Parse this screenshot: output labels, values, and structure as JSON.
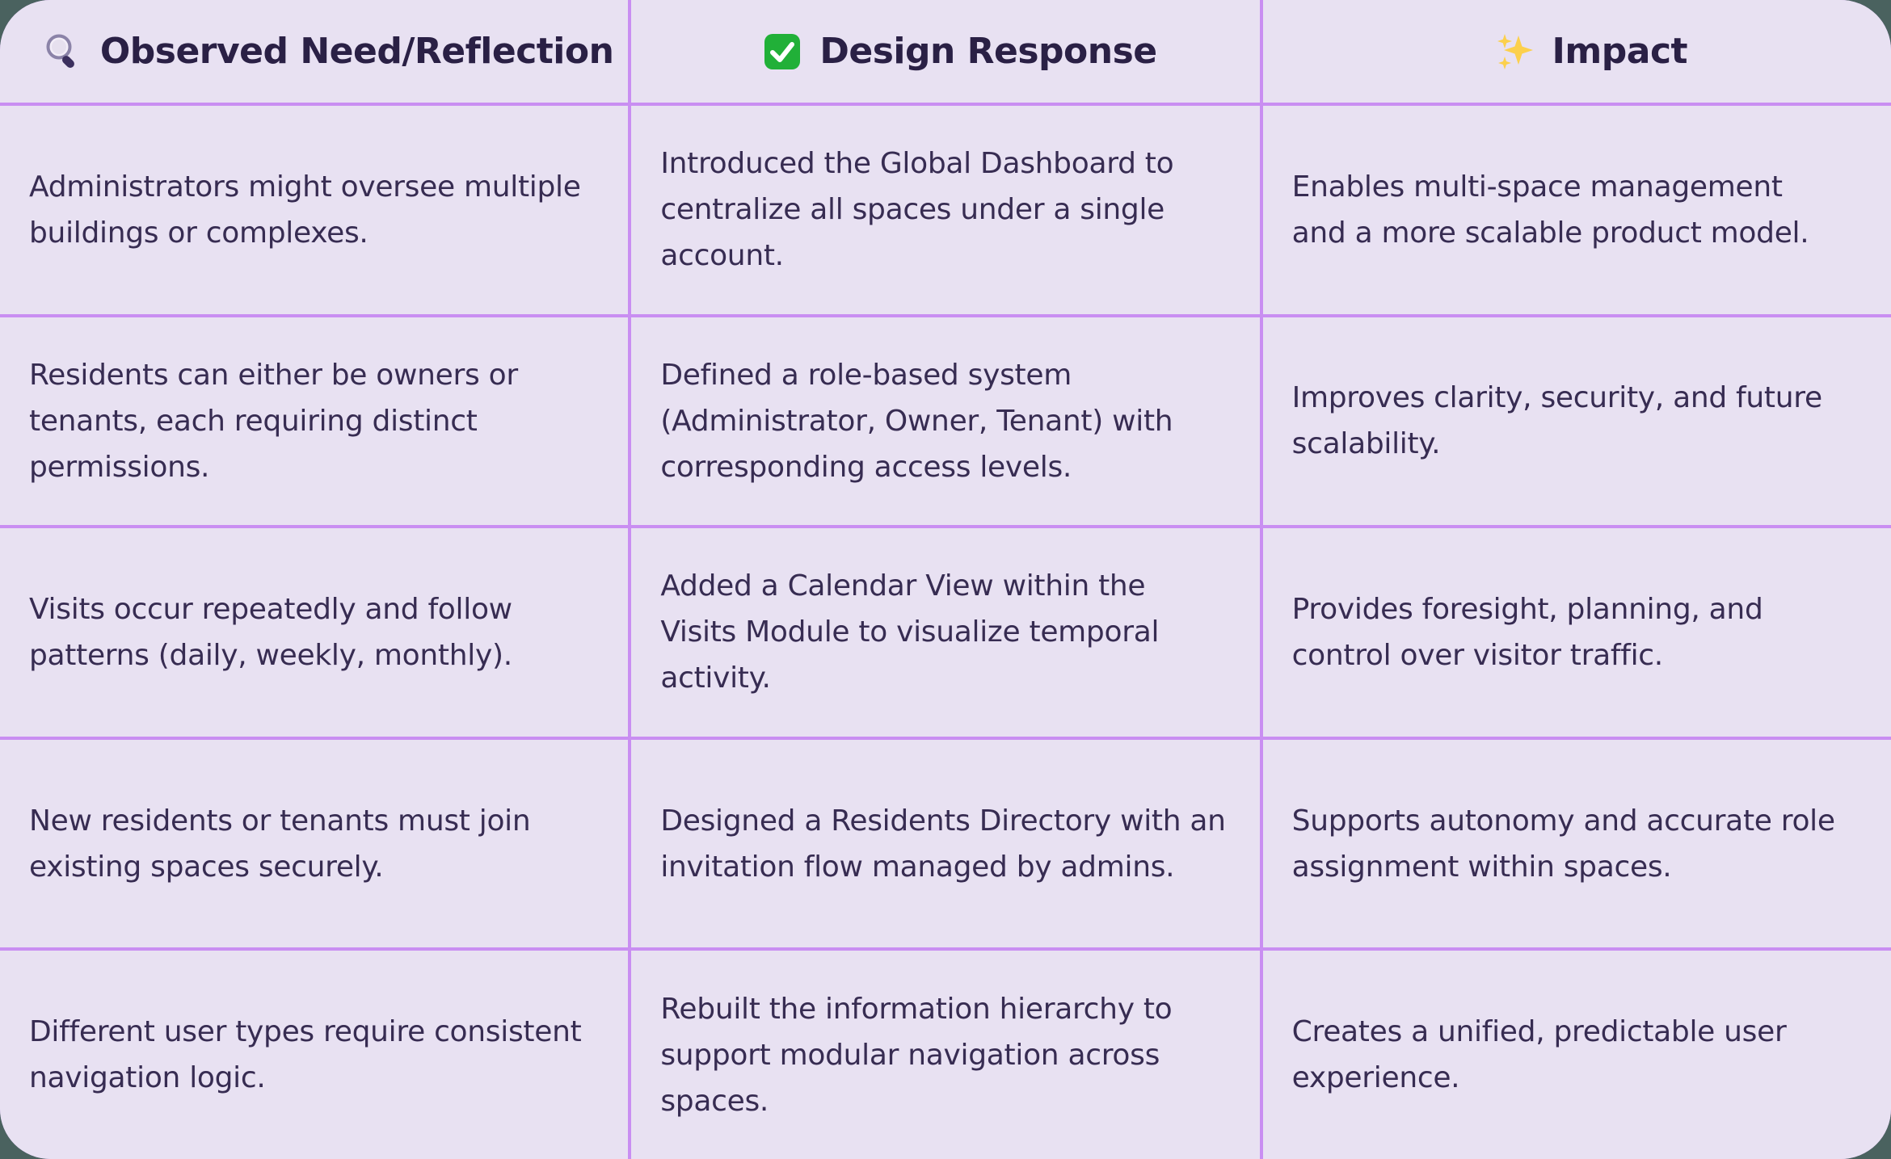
{
  "table": {
    "columns": [
      {
        "icon": "magnifying-glass",
        "label": "Observed Need/Reflection"
      },
      {
        "icon": "check-mark-button",
        "label": "Design Response"
      },
      {
        "icon": "sparkles",
        "label": "Impact"
      }
    ],
    "rows": [
      {
        "need": "Administrators might oversee multiple\nbuildings or complexes.",
        "response": "Introduced the Global Dashboard to\ncentralize all spaces under a single\naccount.",
        "impact": "Enables multi-space management\nand a more scalable product model."
      },
      {
        "need": "Residents can either be owners or\ntenants, each requiring distinct\npermissions.",
        "response": "Defined a role-based system\n(Administrator, Owner, Tenant) with\ncorresponding access levels.",
        "impact": "Improves clarity, security, and future\nscalability."
      },
      {
        "need": "Visits occur repeatedly and follow\npatterns (daily, weekly, monthly).",
        "response": "Added a Calendar View within the\nVisits Module to visualize temporal\nactivity.",
        "impact": "Provides foresight, planning, and\ncontrol over visitor traffic."
      },
      {
        "need": "New residents or tenants must join\nexisting spaces securely.",
        "response": "Designed a Residents Directory with an\ninvitation flow managed by admins.",
        "impact": "Supports autonomy and accurate role\nassignment within spaces."
      },
      {
        "need": "Different user types require consistent\nnavigation logic.",
        "response": "Rebuilt the information hierarchy to\nsupport modular navigation across\nspaces.",
        "impact": "Creates a unified, predictable user\nexperience."
      }
    ]
  },
  "colors": {
    "outer_background": "#4a625f",
    "card_background": "#e8e1f2",
    "gridline_purple": "#c98ef2",
    "header_text": "#2a2045",
    "body_text": "#372c52",
    "check_green": "#21b038",
    "sparkle_gold": "#fcd04c"
  }
}
